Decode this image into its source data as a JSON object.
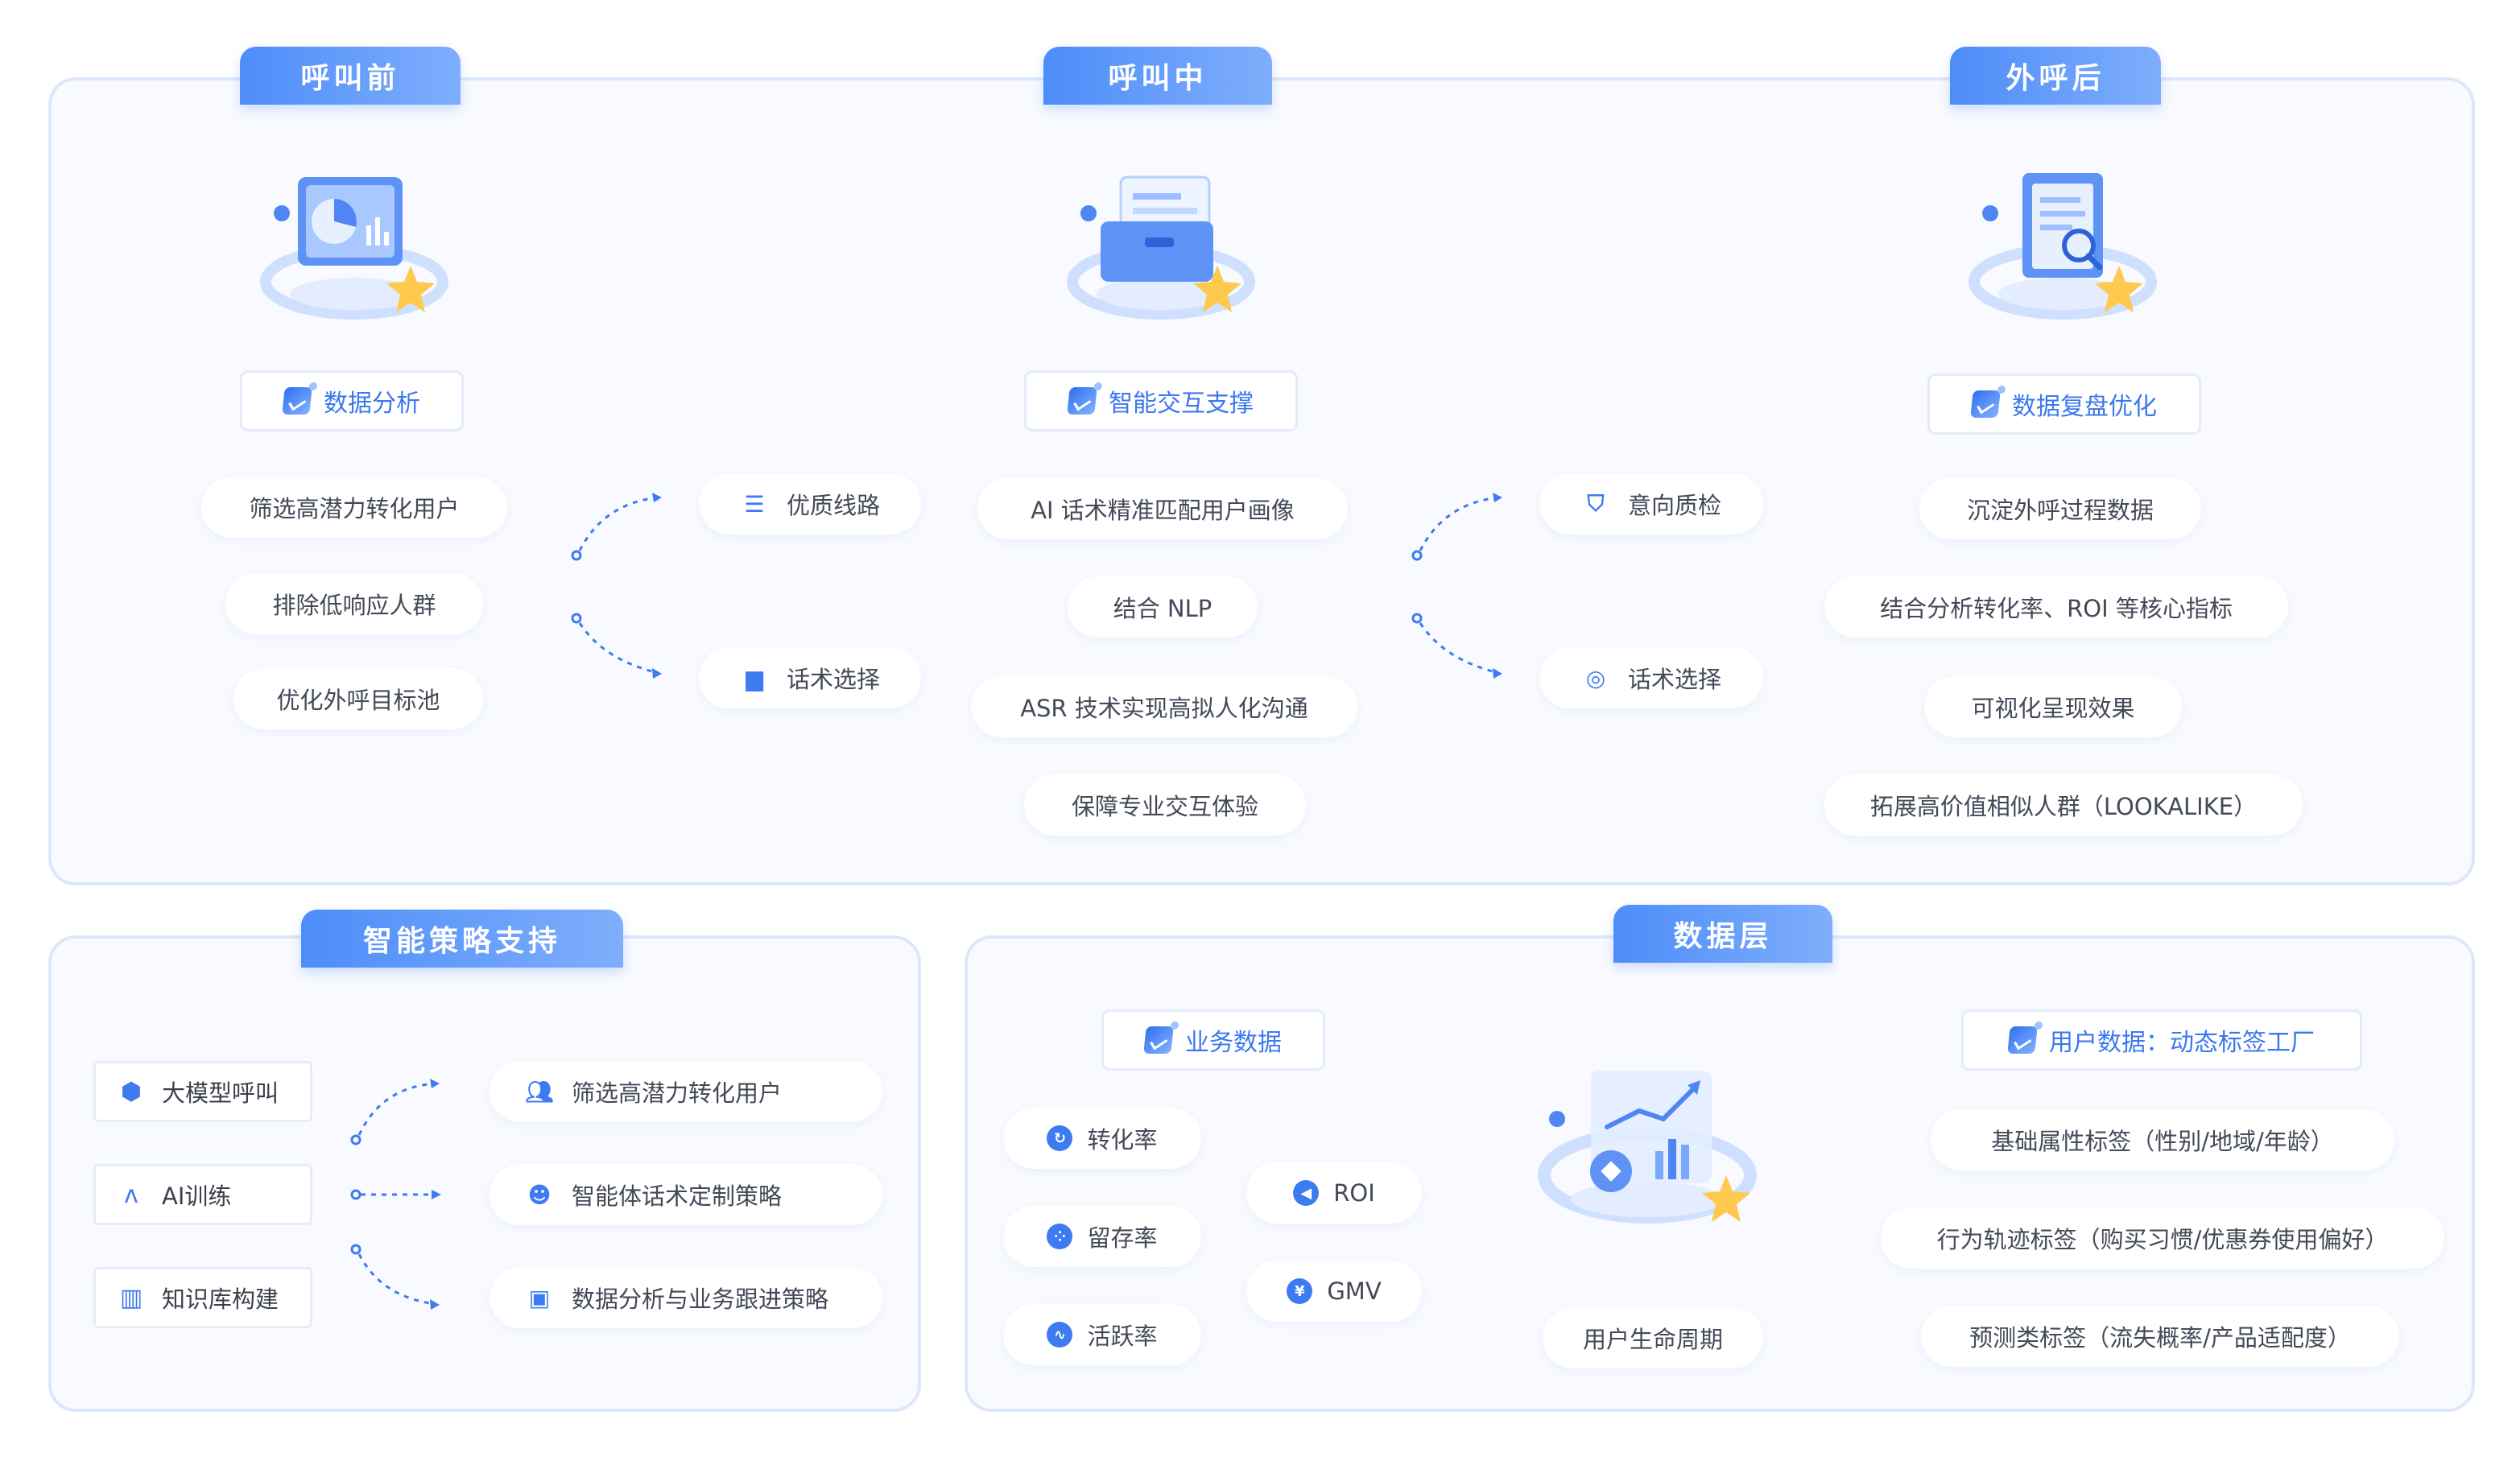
{
  "colors": {
    "accent": "#3c78ee",
    "panel_border": "#dde7fb",
    "panel_bg": "#f8faff"
  },
  "sections": {
    "before": {
      "tab": "呼叫前",
      "title": "数据分析",
      "items": [
        "筛选高潜力转化用户",
        "排除低响应人群",
        "优化外呼目标池"
      ],
      "branches": [
        {
          "icon": "sliders-icon",
          "label": "优质线路"
        },
        {
          "icon": "chat-icon",
          "label": "话术选择"
        }
      ]
    },
    "during": {
      "tab": "呼叫中",
      "title": "智能交互支撑",
      "items": [
        "AI 话术精准匹配用户画像",
        "结合 NLP",
        "ASR 技术实现高拟人化沟通",
        "保障专业交互体验"
      ],
      "branches": [
        {
          "icon": "shield-check-icon",
          "label": "意向质检"
        },
        {
          "icon": "target-icon",
          "label": "话术选择"
        }
      ]
    },
    "after": {
      "tab": "外呼后",
      "title": "数据复盘优化",
      "items": [
        "沉淀外呼过程数据",
        "结合分析转化率、ROI 等核心指标",
        "可视化呈现效果",
        "拓展高价值相似人群（LOOKALIKE）"
      ]
    }
  },
  "strategy": {
    "tab": "智能策略支持",
    "inputs": [
      {
        "icon": "cube-icon",
        "label": "大模型呼叫"
      },
      {
        "icon": "ai-icon",
        "label": "AI训练"
      },
      {
        "icon": "book-icon",
        "label": "知识库构建"
      }
    ],
    "outputs": [
      {
        "icon": "users-icon",
        "label": "筛选高潜力转化用户"
      },
      {
        "icon": "agent-icon",
        "label": "智能体话术定制策略"
      },
      {
        "icon": "briefcase-icon",
        "label": "数据分析与业务跟进策略"
      }
    ]
  },
  "data_layer": {
    "tab": "数据层",
    "business": {
      "title": "业务数据",
      "metrics": [
        {
          "icon": "conversion-icon",
          "label": "转化率"
        },
        {
          "icon": "retention-icon",
          "label": "留存率"
        },
        {
          "icon": "activity-icon",
          "label": "活跃率"
        },
        {
          "icon": "roi-icon",
          "label": "ROI"
        },
        {
          "icon": "yuan-icon",
          "label": "GMV"
        }
      ]
    },
    "lifecycle": "用户生命周期",
    "user": {
      "title": "用户数据：动态标签工厂",
      "tags": [
        "基础属性标签（性别/地域/年龄）",
        "行为轨迹标签（购买习惯/优惠券使用偏好）",
        "预测类标签（流失概率/产品适配度）"
      ]
    }
  }
}
